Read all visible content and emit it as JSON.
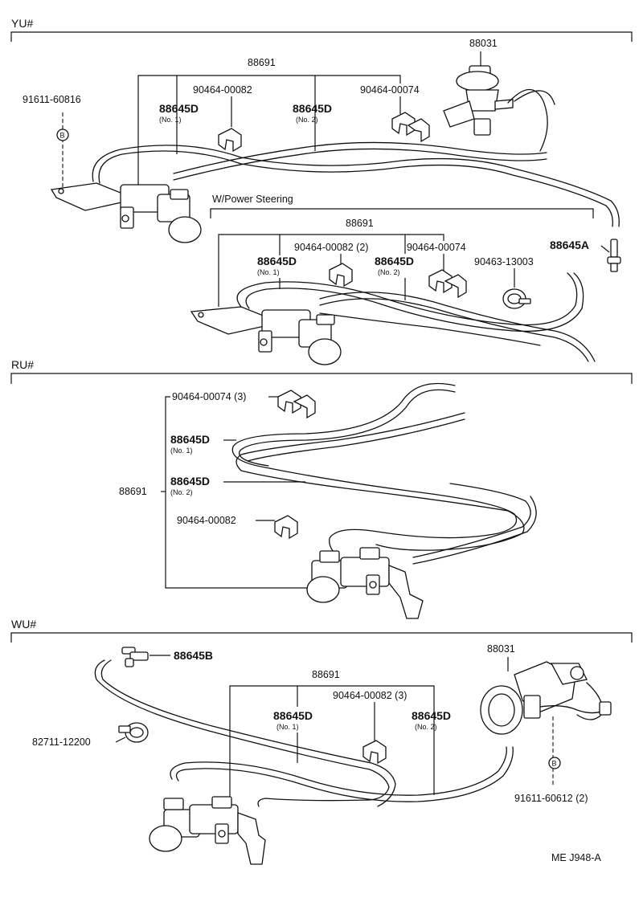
{
  "sections": {
    "yu": "YU#",
    "ru": "RU#",
    "wu": "WU#",
    "wps": "W/Power Steering"
  },
  "yu": {
    "p88031": "88031",
    "p88691": "88691",
    "p9046400082": "90464-00082",
    "p9046400074": "90464-00074",
    "p9161160816": "91611-60816",
    "p88645d_1": "88645D",
    "p88645d_1_sub": "(No. 1)",
    "p88645d_2": "88645D",
    "p88645d_2_sub": "(No. 2)",
    "b_mark": "B"
  },
  "ps": {
    "p88691": "88691",
    "p9046400082": "90464-00082 (2)",
    "p9046400074": "90464-00074",
    "p88645a": "88645A",
    "p9046313003": "90463-13003",
    "p88645d_1": "88645D",
    "p88645d_1_sub": "(No. 1)",
    "p88645d_2": "88645D",
    "p88645d_2_sub": "(No. 2)"
  },
  "ru": {
    "p9046400074": "90464-00074 (3)",
    "p88645d_1": "88645D",
    "p88645d_1_sub": "(No. 1)",
    "p88645d_2": "88645D",
    "p88645d_2_sub": "(No. 2)",
    "p88691": "88691",
    "p9046400082": "90464-00082"
  },
  "wu": {
    "p88645b": "88645B",
    "p88691": "88691",
    "p9046400082": "90464-00082 (3)",
    "p88645d_1": "88645D",
    "p88645d_1_sub": "(No. 1)",
    "p88645d_2": "88645D",
    "p88645d_2_sub": "(No. 2)",
    "p8271112200": "82711-12200",
    "p88031": "88031",
    "p9161160612": "91611-60612 (2)",
    "b_mark": "B"
  },
  "footer": {
    "code": "ME J948-A"
  }
}
